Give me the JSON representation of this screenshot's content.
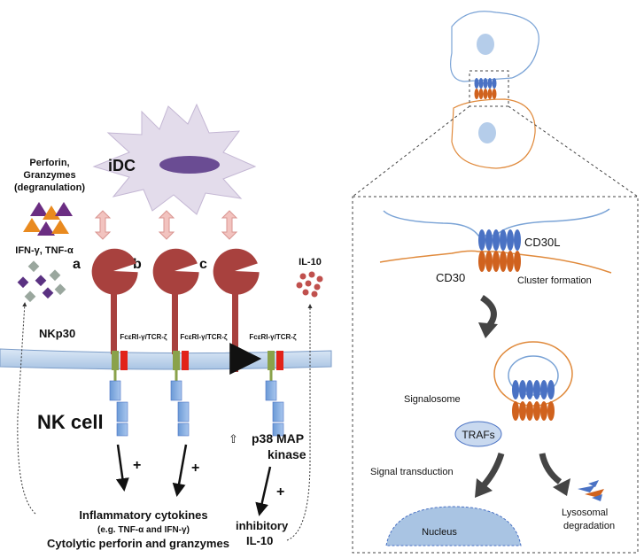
{
  "left_panel": {
    "idc_label": "iDC",
    "effector_label_1": "Perforin,",
    "effector_label_2": "Granzymes",
    "effector_label_3": "(degranulation)",
    "cytokine_label": "IFN-γ, TNF-α",
    "il10_label": "IL-10",
    "pathway_labels": [
      "a",
      "b",
      "c"
    ],
    "receptor_label": "NKp30",
    "adaptor_label": "FcεRI-γ/TCR-ζ",
    "cell_label": "NK cell",
    "kinase_label_1": "p38 MAP",
    "kinase_label_2": "kinase",
    "plus_sign": "+",
    "outcome_1": "Inflammatory cytokines",
    "outcome_2": "(e.g. TNF-α and IFN-γ)",
    "outcome_3": "Cytolytic perforin and granzymes",
    "outcome_il10_1": "inhibitory",
    "outcome_il10_2": "IL-10",
    "small_arrow": "⇧"
  },
  "right_panel": {
    "ligand_label": "CD30L",
    "receptor_label": "CD30",
    "cluster_label": "Cluster formation",
    "signalosome_label": "Signalosome",
    "trafs_label": "TRAFs",
    "transduction_label": "Signal transduction",
    "nucleus_label": "Nucleus",
    "degradation_1": "Lysosomal",
    "degradation_2": "degradation"
  },
  "colors": {
    "membrane": "#c5d9ef",
    "receptor": "#a8413e",
    "idc": "#ddd6e6",
    "nucleus": "#6a4c93",
    "blue": "#4a72c4",
    "orange": "#d0621e",
    "light_blue_outline": "#7aa3d6",
    "orange_outline": "#e08a3c"
  }
}
